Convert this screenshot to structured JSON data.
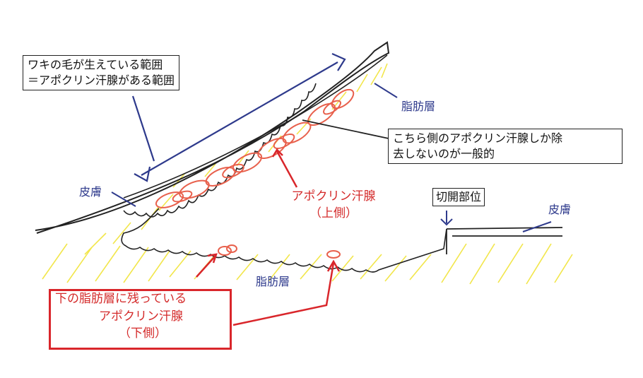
{
  "labels": {
    "hair_area_line1": "ワキの毛が生えている範囲",
    "hair_area_line2": "＝アポクリン汗腺がある範囲",
    "fat_layer_top": "脂肪層",
    "this_side_line1": "こちら側のアポクリン汗腺しか除",
    "this_side_line2": "去しないのが一般的",
    "skin_left": "皮膚",
    "skin_right": "皮膚",
    "incision_site": "切開部位",
    "apocrine_upper_line1": "アポクリン汗腺",
    "apocrine_upper_line2": "（上側）",
    "fat_layer_bottom": "脂肪層",
    "remaining_line1": "下の脂肪層に残っている",
    "remaining_line2": "アポクリン汗腺",
    "remaining_line3": "（下側）"
  },
  "colors": {
    "navy": "#2e3a8c",
    "red": "#d9262b",
    "gland": "#e8604c",
    "fat_hatch": "#f2e64a",
    "ink": "#222222"
  }
}
